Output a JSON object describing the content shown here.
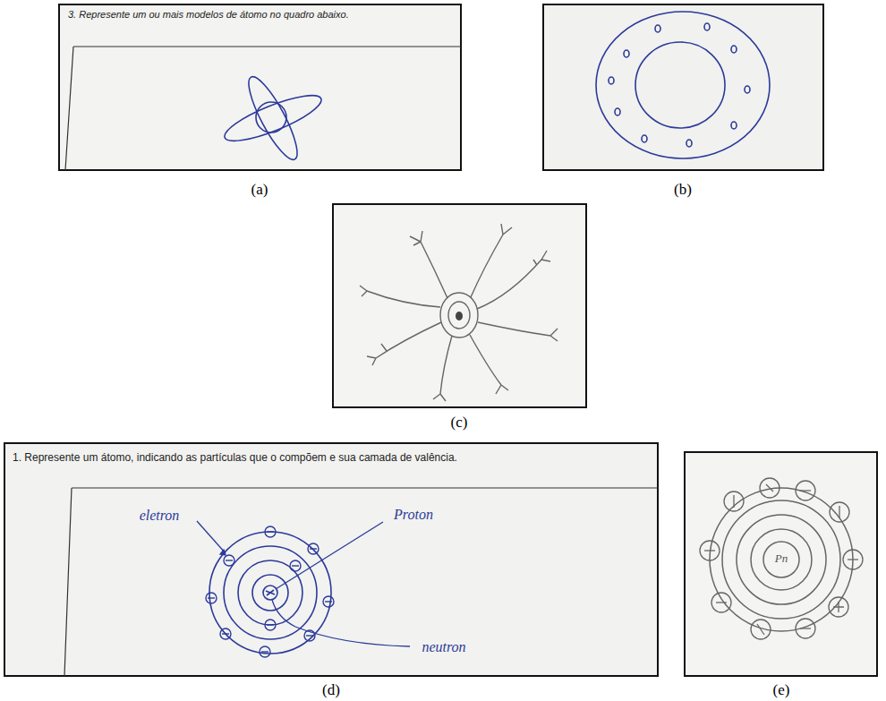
{
  "diagram": {
    "labels": [
      "3. Represente um ou mais modelos de átomo no quadro abaixo.",
      "(a)",
      "(b)",
      "(c)",
      "1. Represente um átomo, indicando as partículas que o compõem e sua camada de valência.",
      "eletron",
      "Proton",
      "neutron",
      "(d)",
      "Pn",
      "(e)"
    ]
  }
}
